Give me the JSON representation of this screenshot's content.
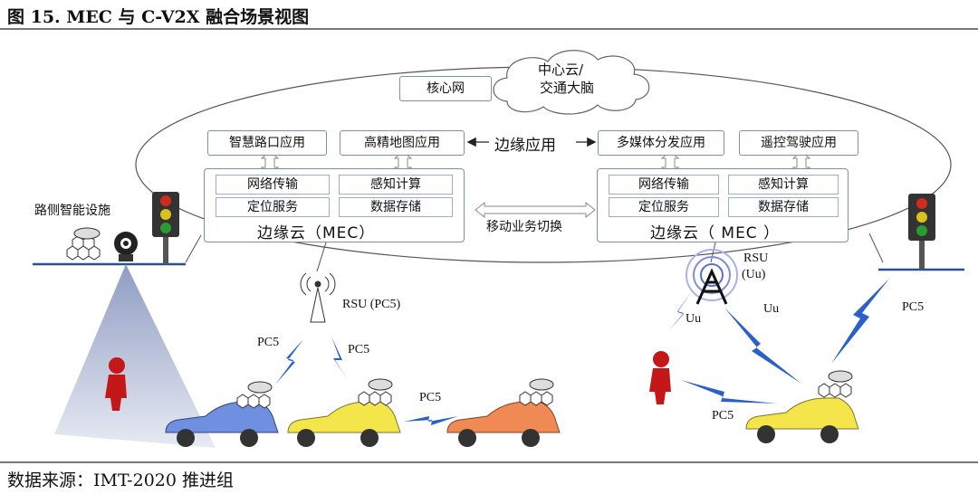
{
  "header": {
    "title": "图 15. MEC 与 C-V2X 融合场景视图"
  },
  "footer": {
    "source": "数据来源：IMT-2020 推进组"
  },
  "core": {
    "network": "核心网",
    "cloud_line1": "中心云/",
    "cloud_line2": "交通大脑"
  },
  "edge_apps": {
    "label": "边缘应用",
    "left": [
      "智慧路口应用",
      "高精地图应用"
    ],
    "right": [
      "多媒体分发应用",
      "遥控驾驶应用"
    ]
  },
  "mec_left": {
    "services": [
      "网络传输",
      "感知计算",
      "定位服务",
      "数据存储"
    ],
    "label": "边缘云（MEC）"
  },
  "mec_right": {
    "services": [
      "网络传输",
      "感知计算",
      "定位服务",
      "数据存储"
    ],
    "label": "边缘云（ MEC ）"
  },
  "handover": "移动业务切换",
  "roadside": "路侧智能设施",
  "rsu_pc5": "RSU (PC5)",
  "rsu_uu_line1": "RSU",
  "rsu_uu_line2": "(Uu)",
  "links": {
    "pc5_a": "PC5",
    "pc5_b": "PC5",
    "pc5_c": "PC5",
    "pc5_d": "PC5",
    "pc5_e": "PC5",
    "uu_a": "Uu",
    "uu_b": "Uu"
  },
  "colors": {
    "car_blue": "#6f8fe0",
    "car_yellow": "#f4e64a",
    "car_orange": "#f08a55",
    "lightning": "#2b5fc9",
    "person": "#c41818"
  }
}
